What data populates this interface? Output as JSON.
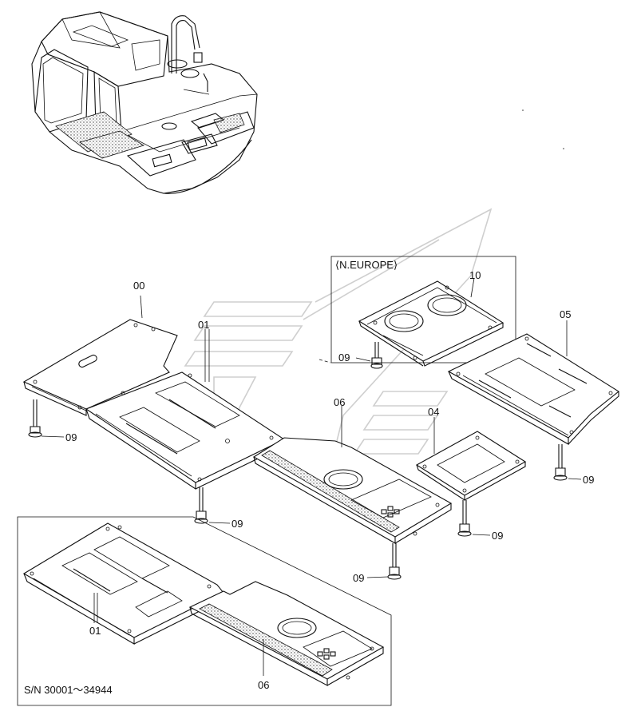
{
  "region_label": "⟨N.EUROPE⟩",
  "serial_note": "S/N  30001～34944",
  "callouts": {
    "c00": "00",
    "c01_top": "01",
    "c01_bottom": "01",
    "c04": "04",
    "c05": "05",
    "c06_top": "06",
    "c06_bottom": "06",
    "c10": "10",
    "c09_nEurope": "09",
    "c09_a": "09",
    "c09_b": "09",
    "c09_c": "09",
    "c09_d": "09",
    "c09_e": "09"
  }
}
